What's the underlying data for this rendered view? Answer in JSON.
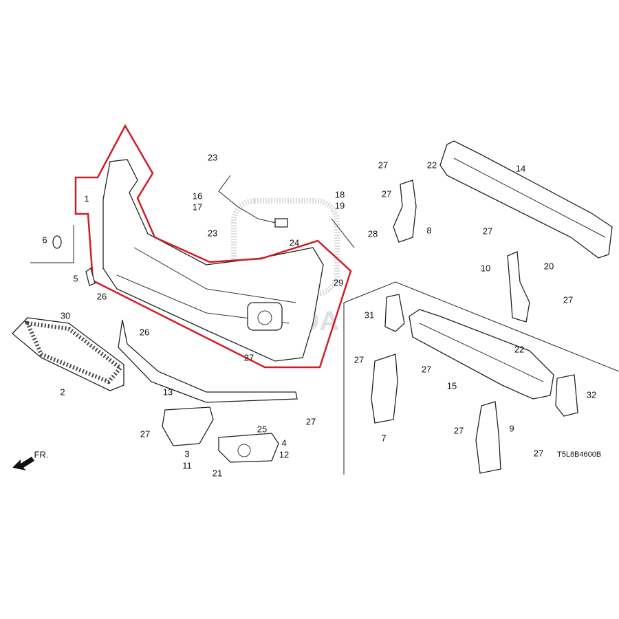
{
  "diagram": {
    "labels": [
      "23",
      "27",
      "22",
      "14",
      "1",
      "16",
      "17",
      "18",
      "19",
      "27",
      "8",
      "6",
      "23",
      "24",
      "28",
      "27",
      "10",
      "20",
      "5",
      "29",
      "26",
      "31",
      "27",
      "30",
      "26",
      "27",
      "22",
      "27",
      "27",
      "15",
      "2",
      "13",
      "32",
      "25",
      "27",
      "27",
      "9",
      "7",
      "27",
      "3",
      "11",
      "4",
      "12",
      "27",
      "21"
    ],
    "front_indicator": "FR.",
    "diagram_code": "T5L8B4600B",
    "highlight_color": "#d01c24",
    "line_color": "#222222"
  }
}
